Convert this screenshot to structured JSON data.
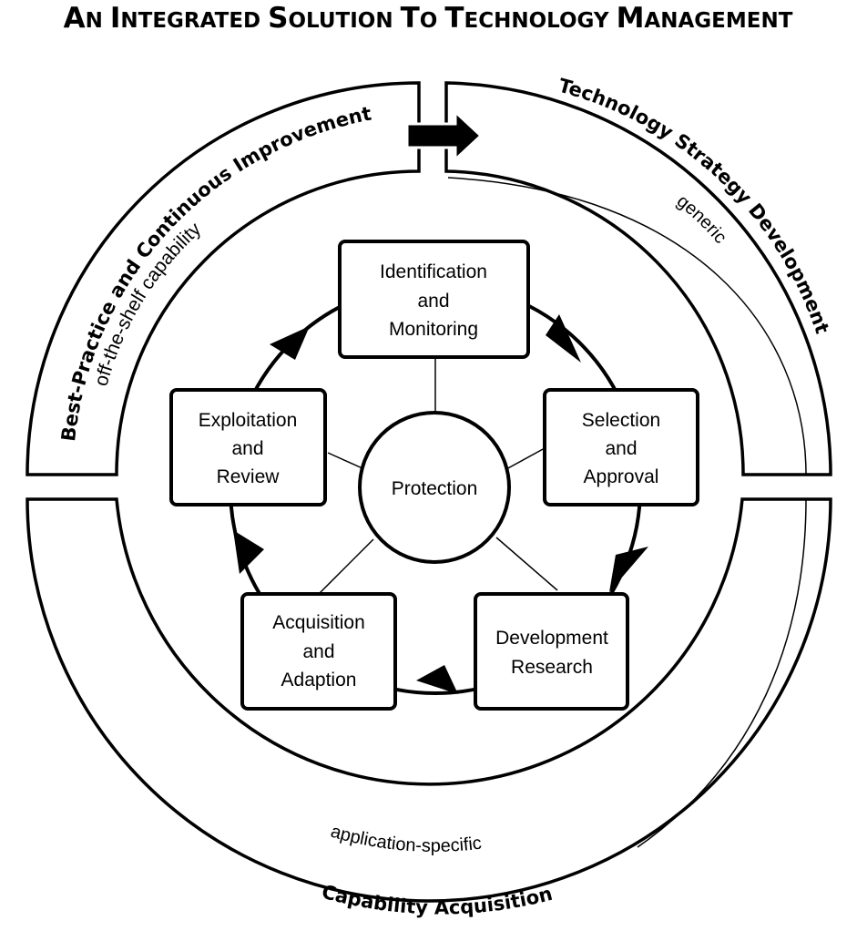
{
  "diagram": {
    "title_lead": "A",
    "title_rest_1": "N ",
    "title_lead_2": "I",
    "title_rest_2": "NTEGRATED ",
    "title_lead_3": "S",
    "title_rest_3": "OLUTION ",
    "title_lead_4": "T",
    "title_rest_4": "O ",
    "title_lead_5": "T",
    "title_rest_5": "ECHNOLOGY ",
    "title_lead_6": "M",
    "title_rest_6": "ANAGEMENT",
    "outer_bands": {
      "top_left": "Best-Practice and Continuous Improvement",
      "top_right": "Technology Strategy Development",
      "bottom": "Capability Acquisition"
    },
    "band_notes": {
      "top_left": "off-the-shelf capability",
      "top_right": "generic",
      "bottom": "application-specific"
    },
    "center": "Protection",
    "nodes": [
      {
        "lines": [
          "Identification",
          "and",
          "Monitoring"
        ]
      },
      {
        "lines": [
          "Selection",
          "and",
          "Approval"
        ]
      },
      {
        "lines": [
          "Development",
          "Research"
        ]
      },
      {
        "lines": [
          "Acquisition",
          "and",
          "Adaption"
        ]
      },
      {
        "lines": [
          "Exploitation",
          "and",
          "Review"
        ]
      }
    ]
  }
}
